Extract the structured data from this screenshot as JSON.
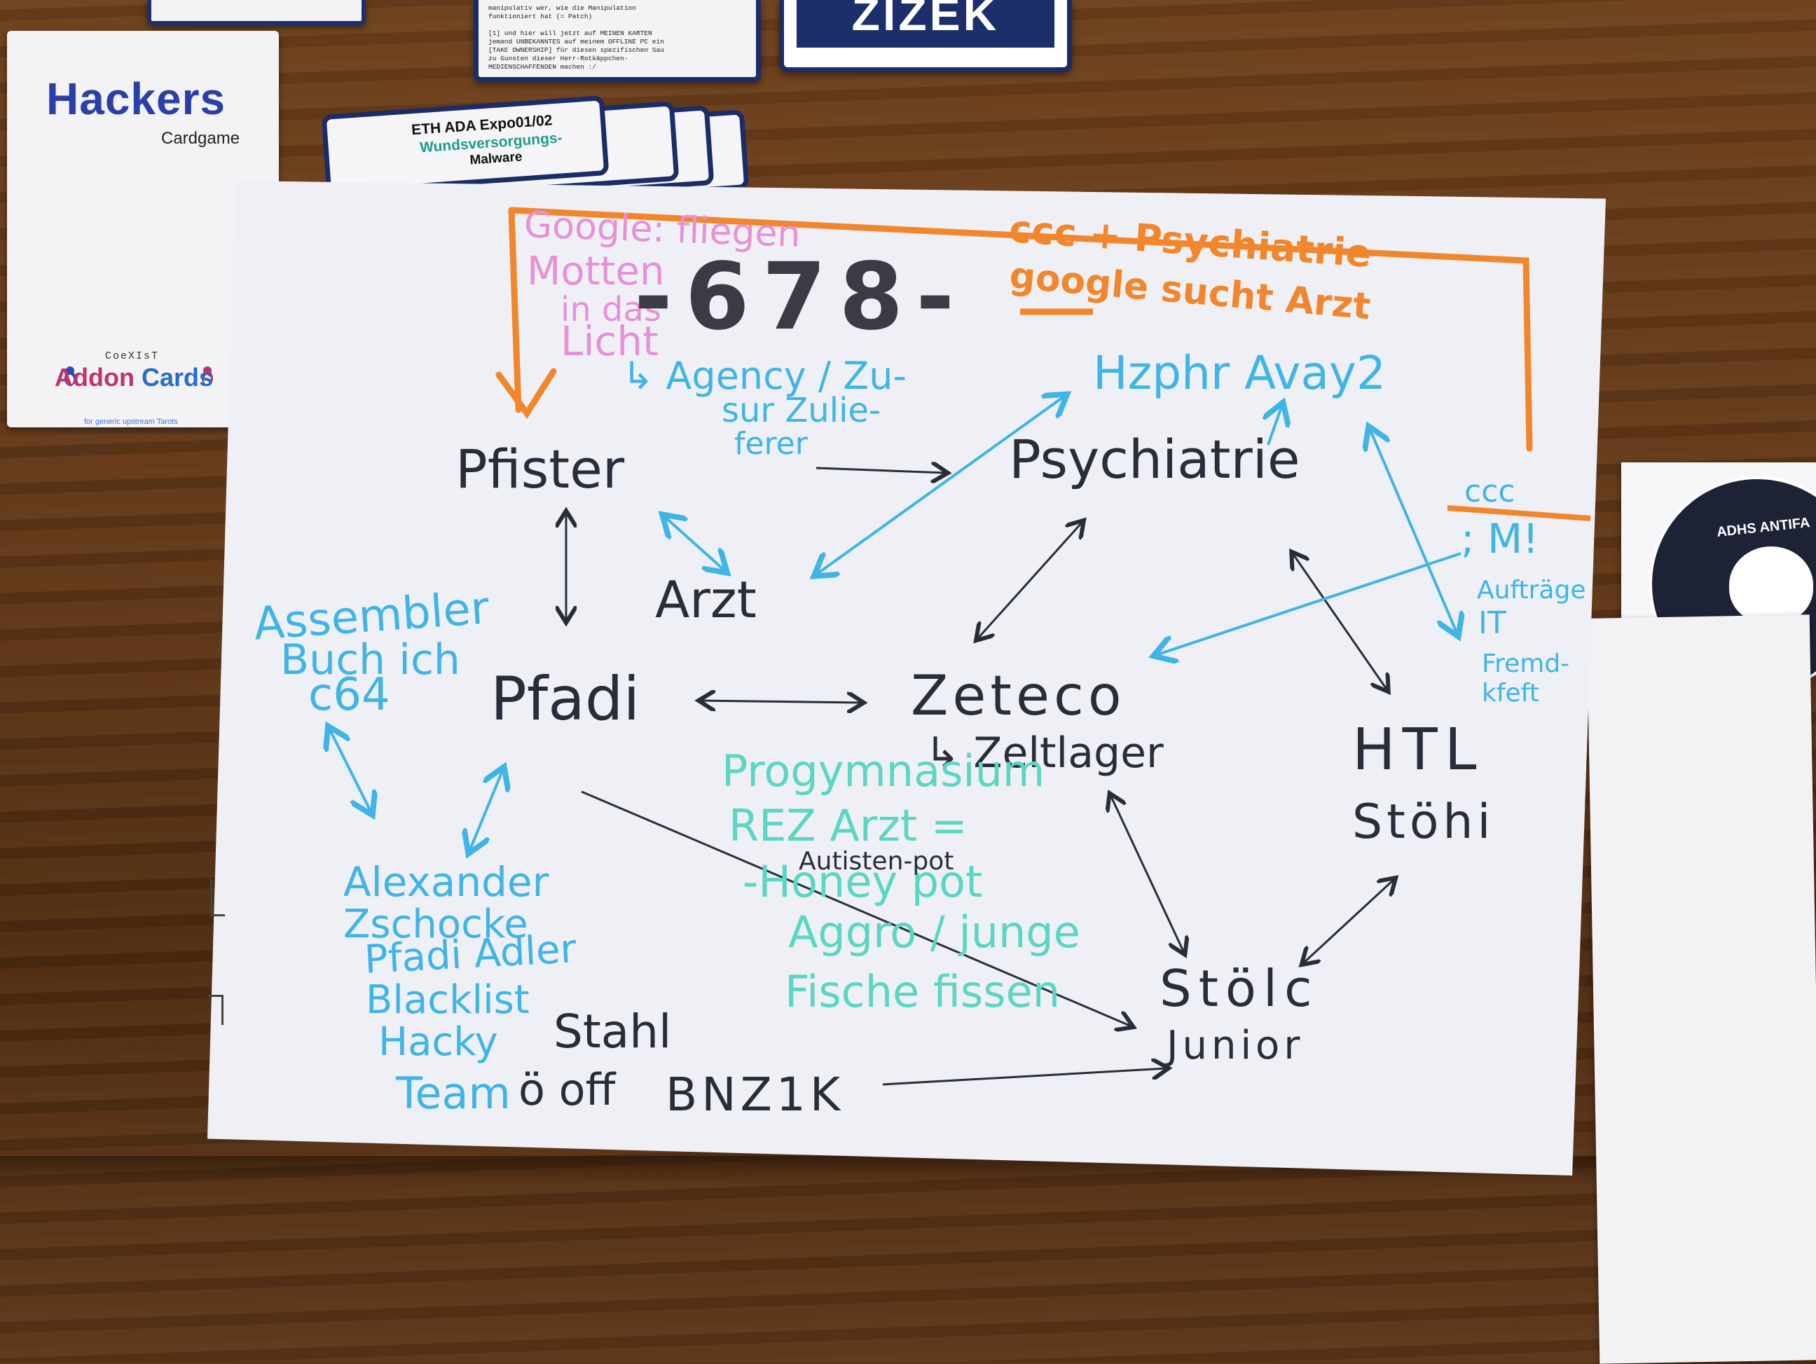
{
  "cards": {
    "hackers": {
      "title": "Hackers",
      "subtitle": "Cardgame",
      "coexist": "CoeXIsT",
      "addon_part1": "Addon ",
      "addon_part2": "Cards",
      "tagline": "for generic upstream Tarots",
      "url": "https://github.com/HackersCardgame/OrgHackersCardgame_11"
    },
    "manipulation": {
      "text": "manipulativ wer, wie die Manipulation\nfunktioniert hat (= Patch)\n\n[1] und hier will jetzt auf MEINEN KARTEN\njemand UNBEKANNTES auf meinem OFFLINE PC ein\n[TAKE OWNERSHIP] für diesen spezifischen Sau\nzu Gunsten dieser Herr-Rotkäppchen-\nMEDIENSCHAFFENDEN machen :/"
    },
    "zizek": {
      "label": "ZIZEK"
    },
    "eth": {
      "line1": "ETH ADA Expo01/02",
      "line2": "Wundsversorgungs-",
      "line3": "Malware"
    },
    "adhs": {
      "label": "ADHS ANTIFA"
    }
  },
  "whiteboard": {
    "pink_note": [
      "Google: fliegen",
      "Motten",
      "in das",
      "Licht"
    ],
    "number": "-678-",
    "orange_top": [
      "ccc + Psychiatrie",
      "google sucht Arzt"
    ],
    "cyan_agency": [
      "↳ Agency / Zu-",
      "sur Zulie-",
      "ferer"
    ],
    "cyan_hzph": "Hzphr Avay2",
    "pfister": "Pfister",
    "psychiatrie": "Psychiatrie",
    "arzt": "Arzt",
    "ccc_m": [
      "ccc",
      "; M!"
    ],
    "cyan_right": [
      "Aufträge",
      "IT",
      "Fremd-",
      "kfeft"
    ],
    "assembler": [
      "Assembler",
      "Buch ich",
      "c64"
    ],
    "pfadi": "Pfadi",
    "zeteco": "Zeteco",
    "zeltlager": "↳ Zeltlager",
    "htl": [
      "HTL",
      "Stöhi"
    ],
    "teal_notes": [
      "Progymnasium",
      "REZ Arzt =",
      "-Honey pot",
      "Aggro / junge",
      "Fische fissen"
    ],
    "autisten_pot": "Autisten-pot",
    "alexander": [
      "Alexander",
      "Zschocke",
      "Pfadi Adler",
      "Blacklist",
      "Hacky"
    ],
    "stahl": "Stahl",
    "team": "Team",
    "off": "ö off",
    "bnz": "BNZ1K",
    "stolc": "Stölc",
    "junior": "Junior"
  },
  "colors": {
    "ink_black": "#2b2c3a",
    "ink_cyan": "#3fb4e6",
    "ink_teal": "#5ad6c2",
    "ink_pink": "#e890d6",
    "ink_orange": "#f2862c",
    "table": "#5c3416",
    "paper": "#eef0f6"
  }
}
